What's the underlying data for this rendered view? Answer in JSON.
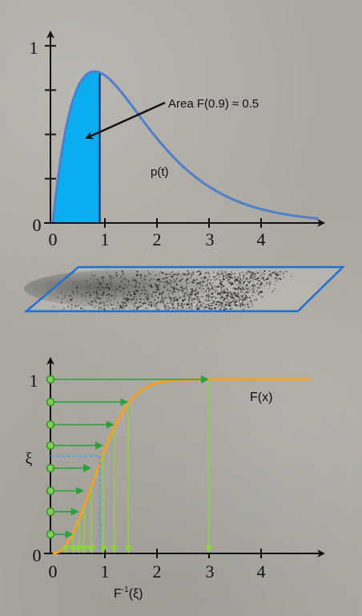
{
  "top_plot": {
    "y_ticks": [
      {
        "label": "1",
        "value": 1
      },
      {
        "label": "0",
        "value": 0
      }
    ],
    "x_ticks": [
      {
        "label": "0",
        "value": 0
      },
      {
        "label": "1",
        "value": 1
      },
      {
        "label": "2",
        "value": 2
      },
      {
        "label": "3",
        "value": 3
      },
      {
        "label": "4",
        "value": 4
      }
    ],
    "curve_label": "p(t)",
    "annotation": "Area F(0.9) ≈ 0.5",
    "shaded_upper_t": 0.9,
    "colors": {
      "curve": "#4f7fc9",
      "area": "#0aaef0",
      "axes": "#111111"
    }
  },
  "sample_plane": {
    "colors": {
      "border": "#1f6fd6",
      "dots": "#1a1a1a"
    }
  },
  "bottom_plot": {
    "y_ticks": [
      {
        "label": "1",
        "value": 1
      },
      {
        "label": "0",
        "value": 0
      }
    ],
    "x_ticks": [
      {
        "label": "0",
        "value": 0
      },
      {
        "label": "1",
        "value": 1
      },
      {
        "label": "2",
        "value": 2
      },
      {
        "label": "3",
        "value": 3
      },
      {
        "label": "4",
        "value": 4
      }
    ],
    "xi_label": "ξ",
    "curve_label": "F(x)",
    "inverse_label": "F",
    "inverse_sup": "-1",
    "inverse_arg": "(ξ)",
    "sample_levels": [
      0.11,
      0.24,
      0.36,
      0.49,
      0.62,
      0.74,
      0.87,
      1.0
    ],
    "sample_x": [
      0.25,
      0.39,
      0.5,
      0.6,
      0.74,
      0.97,
      1.18,
      1.45,
      3.0
    ],
    "xi_value": 0.56,
    "xi_x": 0.9,
    "colors": {
      "curve": "#f7a21b",
      "arrows": "#2aa23c",
      "drops": "#8fd043",
      "dashed": "#3aa0ee"
    }
  }
}
